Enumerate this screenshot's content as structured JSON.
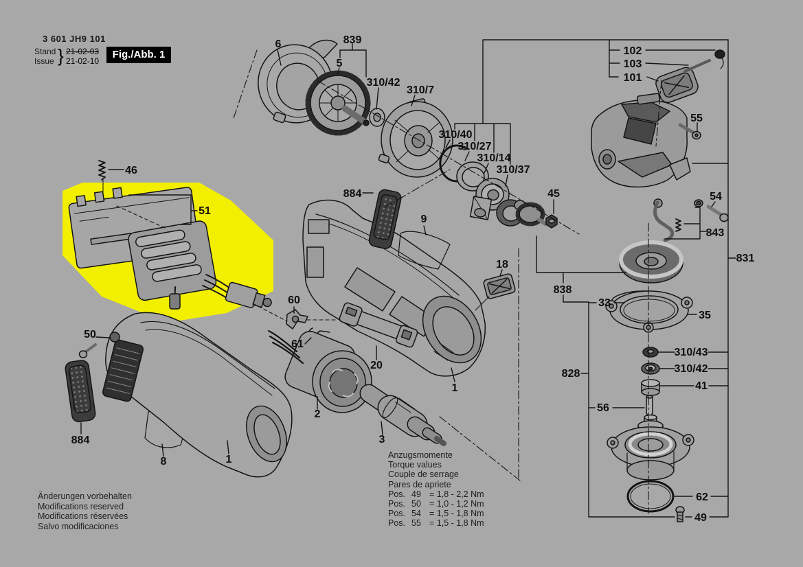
{
  "header": {
    "part_number": "3 601 JH9 101",
    "stand_label": "Stand",
    "issue_label": "Issue",
    "brace": "}",
    "stand_date": "21-02-03",
    "issue_date": "21-02-10",
    "figure_label": "Fig./Abb. 1"
  },
  "highlight": {
    "part": "51",
    "color": "#f2ef00"
  },
  "colors": {
    "background": "#a8a8a8",
    "line": "#141414",
    "highlight_yellow": "#f2ef00",
    "figure_box_bg": "#000000",
    "figure_box_text": "#ffffff"
  },
  "callouts": {
    "n6": "6",
    "n839": "839",
    "n5": "5",
    "n310_42_a": "310/42",
    "n310_7": "310/7",
    "n102": "102",
    "n103": "103",
    "n101": "101",
    "n55": "55",
    "n310_40": "310/40",
    "n310_27": "310/27",
    "n310_14": "310/14",
    "n310_37": "310/37",
    "n45": "45",
    "n54": "54",
    "n843": "843",
    "n831": "831",
    "n46": "46",
    "n51": "51",
    "n884_a": "884",
    "n9": "9",
    "n18": "18",
    "n838": "838",
    "n33": "33",
    "n35": "35",
    "n310_43": "310/43",
    "n310_42_b": "310/42",
    "n41": "41",
    "n828": "828",
    "n56": "56",
    "n60": "60",
    "n61": "61",
    "n20": "20",
    "n1_a": "1",
    "n2": "2",
    "n3": "3",
    "n50": "50",
    "n884_b": "884",
    "n8": "8",
    "n1_b": "1",
    "n62": "62",
    "n49": "49"
  },
  "footer": {
    "notes": [
      "Änderungen vorbehalten",
      "Modifications reserved",
      "Modifications réservées",
      "Salvo modificaciones"
    ]
  },
  "torque": {
    "headings": [
      "Anzugsmomente",
      "Torque values",
      "Couple de serrage",
      "Pares de apriete"
    ],
    "rows": [
      {
        "pos_label": "Pos.",
        "num": "49",
        "value": "= 1,8 - 2,2 Nm"
      },
      {
        "pos_label": "Pos.",
        "num": "50",
        "value": "= 1,0 - 1,2 Nm"
      },
      {
        "pos_label": "Pos.",
        "num": "54",
        "value": "= 1,5 - 1,8 Nm"
      },
      {
        "pos_label": "Pos.",
        "num": "55",
        "value": "= 1,5 - 1,8 Nm"
      }
    ]
  }
}
